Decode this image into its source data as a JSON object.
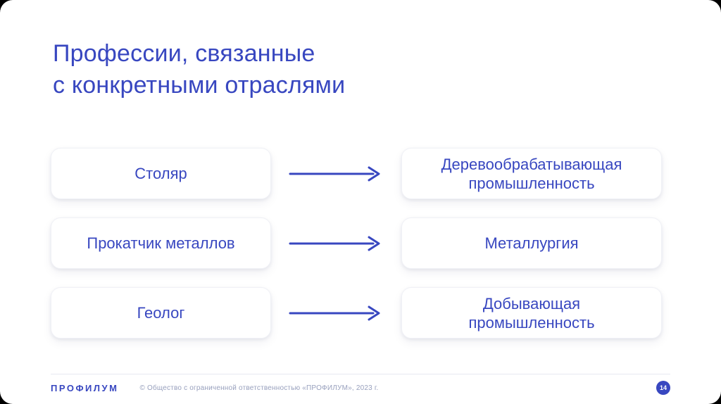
{
  "title": {
    "line1": "Профессии, связанные",
    "line2": "с конкретными отраслями"
  },
  "rows": [
    {
      "profession": "Столяр",
      "industry": "Деревообрабатывающая промышленность"
    },
    {
      "profession": "Прокатчик металлов",
      "industry": "Металлургия"
    },
    {
      "profession": "Геолог",
      "industry": "Добывающая промышленность"
    }
  ],
  "footer": {
    "logo": "ПРОФИЛУМ",
    "copyright": "© Общество с ограниченной ответственностью «ПРОФИЛУМ», 2023 г.",
    "page_number": "14"
  },
  "colors": {
    "accent": "#3847C0",
    "background": "#FFFFFF",
    "muted_text": "#98A0BD"
  }
}
